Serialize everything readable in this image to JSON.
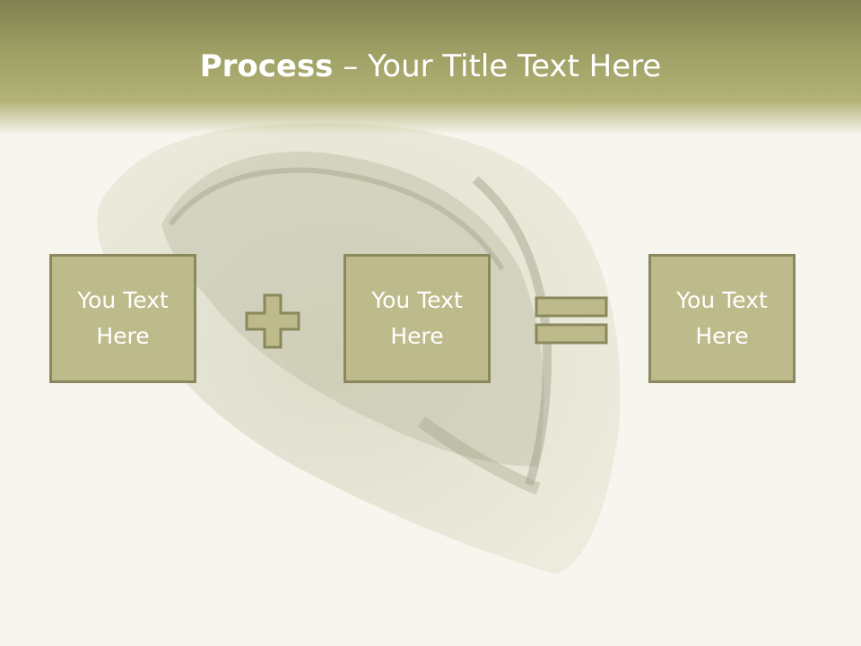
{
  "slide": {
    "title_bold": "Process",
    "title_rest": " – Your Title Text Here",
    "boxes": [
      {
        "label": "You Text Here"
      },
      {
        "label": "You Text Here"
      },
      {
        "label": "You Text Here"
      }
    ],
    "operators": [
      "plus-icon",
      "equals-icon"
    ],
    "colors": {
      "header": "#8f9059",
      "box_fill": "#bdbb8b",
      "box_border": "#8a885c",
      "text": "#ffffff"
    }
  }
}
